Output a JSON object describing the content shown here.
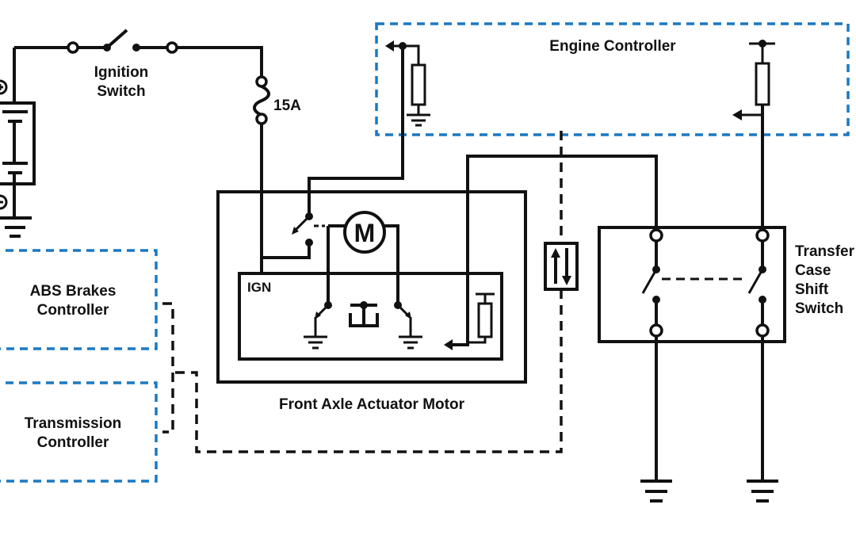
{
  "labels": {
    "ignition_switch": [
      "Ignition",
      "Switch"
    ],
    "fuse_rating": "15A",
    "engine_controller": "Engine Controller",
    "ign": "IGN",
    "motor": "M",
    "front_axle": "Front Axle Actuator Motor",
    "abs": [
      "ABS Brakes",
      "Controller"
    ],
    "transmission": [
      "Transmission",
      "Controller"
    ],
    "transfer_case": [
      "Transfer",
      "Case",
      "Shift",
      "Switch"
    ]
  },
  "colors": {
    "wire": "#111111",
    "controller_border": "#1a78c2"
  },
  "icons": [
    "battery-icon",
    "ground-icon",
    "fuse-icon",
    "switch-icon",
    "motor-icon",
    "resistor-icon",
    "transistor-icon",
    "bidirectional-arrows-icon"
  ]
}
